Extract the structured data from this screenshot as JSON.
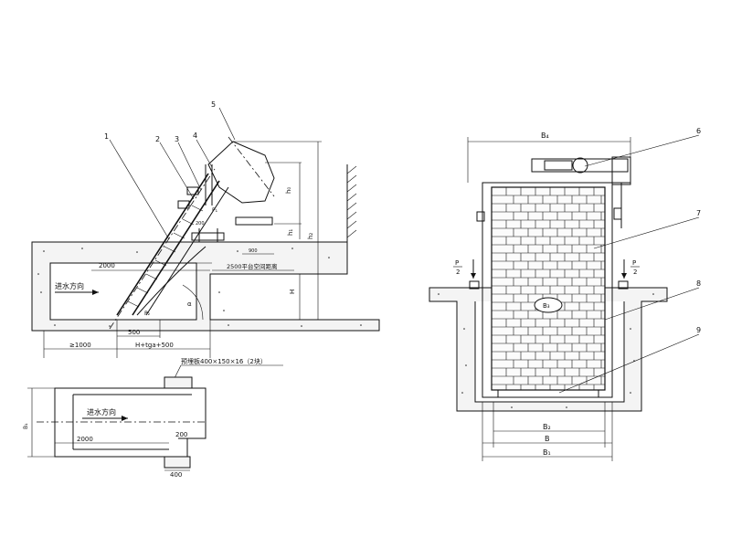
{
  "side_view": {
    "callouts": [
      "1",
      "2",
      "3",
      "4",
      "5"
    ],
    "dims": {
      "d2000": "2000",
      "platform": "2500平台空间距离",
      "v1000": "≥1000",
      "d500": "500",
      "htga": "H+tga+500",
      "d900": "900",
      "d200": "200",
      "P1": "P₁",
      "P2": "P₂",
      "h0": "h₀",
      "h1": "h₁",
      "h2": "h₂",
      "H": "H",
      "angle": "α"
    },
    "flow_label": "进水方向"
  },
  "plan_view": {
    "plate_label": "预埋板400×150×16（2块）",
    "flow_label": "进水方向",
    "d2000": "2000",
    "d200": "200",
    "d400": "400",
    "B1": "B₁"
  },
  "front_view": {
    "callouts": [
      "6",
      "7",
      "8",
      "9"
    ],
    "B4": "B₄",
    "B3": "B₃",
    "B2": "B₂",
    "B": "B",
    "B1": "B₁",
    "P_top": "P",
    "P_bottom": "2"
  }
}
